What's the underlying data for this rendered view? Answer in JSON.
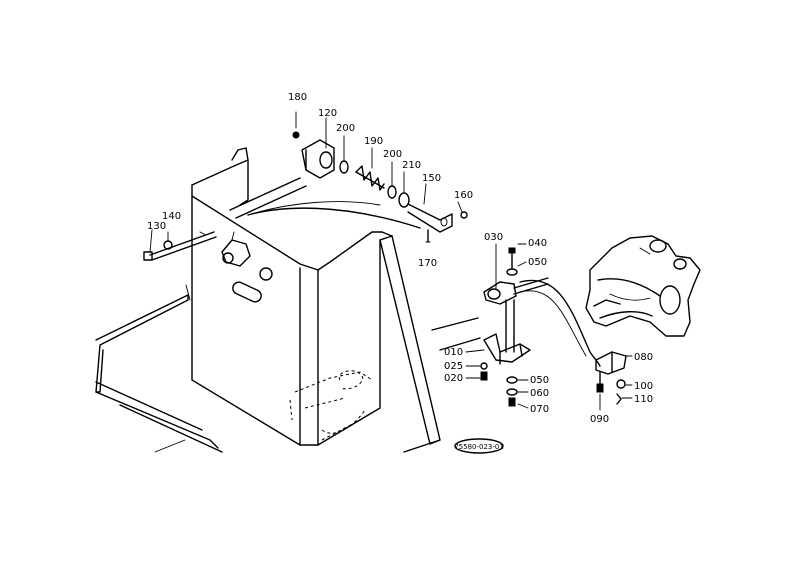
{
  "diagram": {
    "reference_code": "75580-023-01",
    "part_labels": [
      {
        "id": "180",
        "text": "180"
      },
      {
        "id": "120",
        "text": "120"
      },
      {
        "id": "200a",
        "text": "200"
      },
      {
        "id": "190",
        "text": "190"
      },
      {
        "id": "200b",
        "text": "200"
      },
      {
        "id": "210",
        "text": "210"
      },
      {
        "id": "150",
        "text": "150"
      },
      {
        "id": "160",
        "text": "160"
      },
      {
        "id": "170",
        "text": "170"
      },
      {
        "id": "140",
        "text": "140"
      },
      {
        "id": "130",
        "text": "130"
      },
      {
        "id": "030",
        "text": "030"
      },
      {
        "id": "040",
        "text": "040"
      },
      {
        "id": "050a",
        "text": "050"
      },
      {
        "id": "010",
        "text": "010"
      },
      {
        "id": "025",
        "text": "025"
      },
      {
        "id": "020",
        "text": "020"
      },
      {
        "id": "050b",
        "text": "050"
      },
      {
        "id": "060",
        "text": "060"
      },
      {
        "id": "070",
        "text": "070"
      },
      {
        "id": "080",
        "text": "080"
      },
      {
        "id": "100",
        "text": "100"
      },
      {
        "id": "110",
        "text": "110"
      },
      {
        "id": "090",
        "text": "090"
      }
    ]
  }
}
